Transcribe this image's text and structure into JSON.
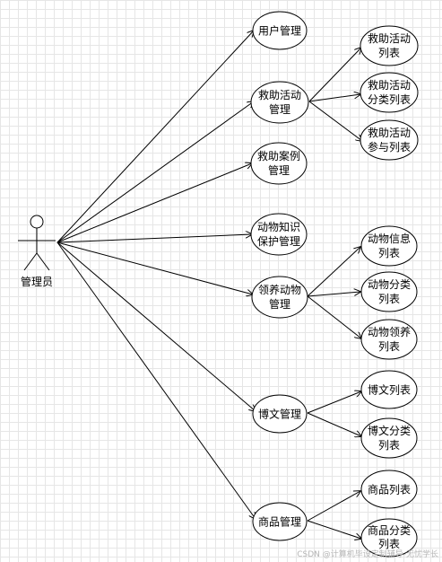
{
  "actor": {
    "name": "管理员"
  },
  "use_cases": {
    "user_mgmt": "用户管理",
    "rescue_mgmt": [
      "救助活动",
      "管理"
    ],
    "rescue_list": [
      "救助活动",
      "列表"
    ],
    "rescue_cat_list": [
      "救助活动",
      "分类列表"
    ],
    "rescue_participate_list": [
      "救助活动",
      "参与列表"
    ],
    "case_mgmt": [
      "救助案例",
      "管理"
    ],
    "knowledge_mgmt": [
      "动物知识",
      "保护管理"
    ],
    "adopt_mgmt": [
      "领养动物",
      "管理"
    ],
    "animal_info_list": [
      "动物信息",
      "列表"
    ],
    "animal_cat_list": [
      "动物分类",
      "列表"
    ],
    "animal_adopt_list": [
      "动物领养",
      "列表"
    ],
    "blog_mgmt": "博文管理",
    "blog_list": "博文列表",
    "blog_cat_list": [
      "博文分类",
      "列表"
    ],
    "goods_mgmt": "商品管理",
    "goods_list": "商品列表",
    "goods_cat_list": [
      "商品分类",
      "列表"
    ]
  },
  "watermark": "CSDN @计算机毕设定制辅导-无忧学长"
}
